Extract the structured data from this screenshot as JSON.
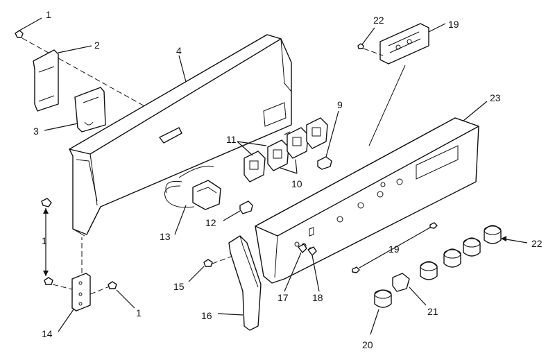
{
  "labels": {
    "p1a": "1",
    "p2": "2",
    "p3": "3",
    "p4": "4",
    "p9": "9",
    "p10": "10",
    "p11": "11",
    "p12": "12",
    "p13": "13",
    "p14": "14",
    "p15": "15",
    "p16": "16",
    "p17": "17",
    "p18": "18",
    "p19a": "19",
    "p19b": "19",
    "p20": "20",
    "p21": "21",
    "p22a": "22",
    "p22b": "22",
    "p23": "23",
    "p1b": "1",
    "p1c": "1"
  }
}
